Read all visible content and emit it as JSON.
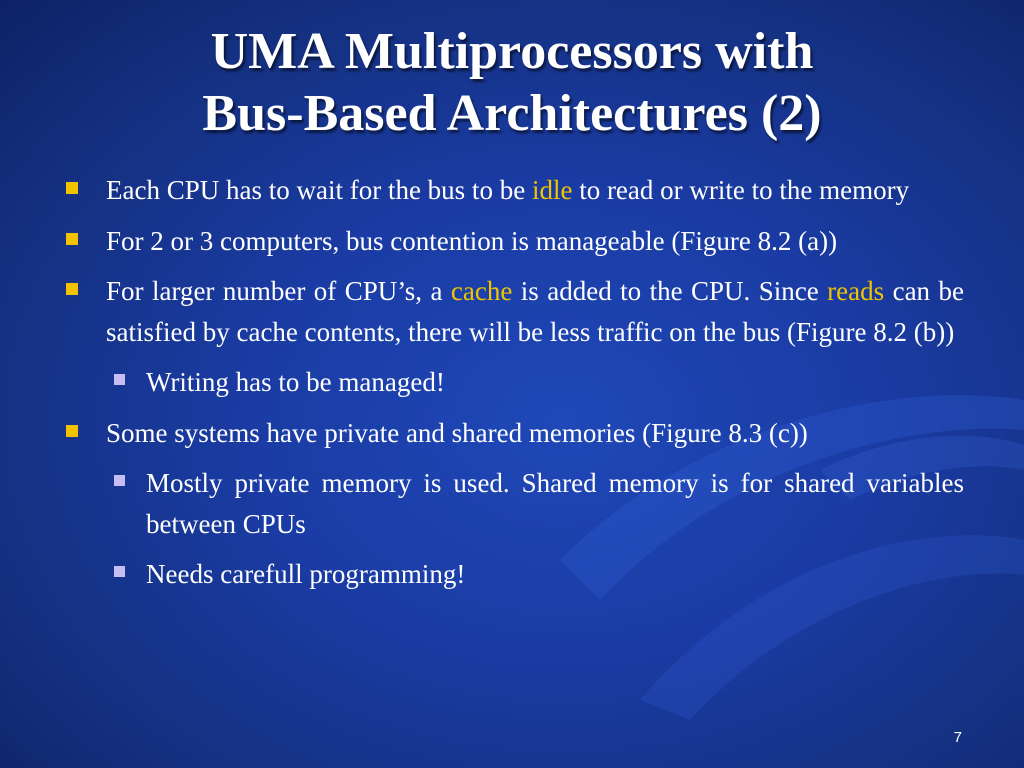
{
  "title": {
    "line1": "UMA Multiprocessors with",
    "line2": "Bus-Based Architectures (2)"
  },
  "colors": {
    "background": "#1a3ba3",
    "highlight": "#f0c400",
    "bullet_level1": "#f3c200",
    "bullet_level2": "#c6bdf2"
  },
  "bullets": {
    "b1": {
      "pre": "Each CPU has to wait for the bus to be ",
      "highlight": "idle",
      "post": " to read or write to the memory"
    },
    "b2": {
      "text": "For 2 or 3 computers, bus contention is manageable (Figure 8.2 (a))"
    },
    "b3": {
      "pre": "For larger number of CPU’s, a ",
      "highlight1": "cache",
      "mid": " is added to the CPU. Since ",
      "highlight2": "reads",
      "post": " can be satisfied by cache contents, there will be less traffic on the bus (Figure 8.2 (b))"
    },
    "b3_sub1": {
      "text": "Writing has to be managed!"
    },
    "b4": {
      "text": "Some systems have private and shared memories (Figure 8.3 (c))"
    },
    "b4_sub1": {
      "text": "Mostly private memory is used. Shared memory is for shared variables between CPUs"
    },
    "b4_sub2": {
      "text": "Needs carefull programming!"
    }
  },
  "page_number": "7"
}
